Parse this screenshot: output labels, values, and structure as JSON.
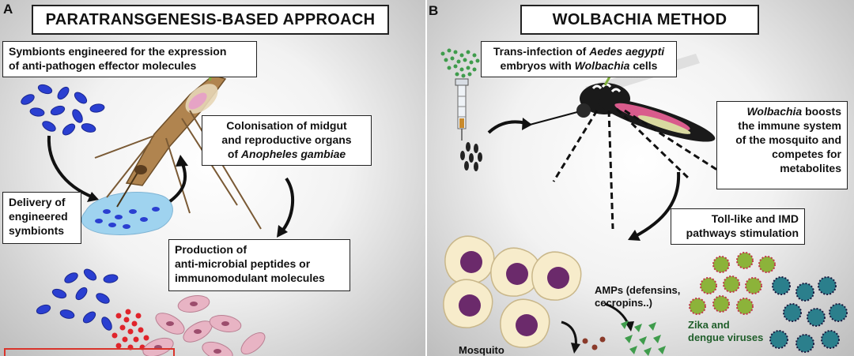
{
  "panel_a": {
    "letter": "A",
    "title": "PARATRANSGENESIS-BASED APPROACH",
    "symbionts_box": {
      "line1": "Symbionts engineered for the expression",
      "line2": "of anti-pathogen effector molecules"
    },
    "colonisation_box": {
      "line1": "Colonisation of midgut",
      "line2": "and reproductive organs",
      "line3_prefix": "of ",
      "line3_italic": "Anopheles gambiae"
    },
    "delivery_box": {
      "line1": "Delivery of",
      "line2": "engineered",
      "line3": "symbionts"
    },
    "production_box": {
      "line1": "Production of",
      "line2": "anti-microbial peptides or",
      "line3": "immunomodulant molecules"
    }
  },
  "panel_b": {
    "letter": "B",
    "title": "WOLBACHIA METHOD",
    "transinfection_box": {
      "l1_a": "Trans-infection of ",
      "l1_b": "Aedes aegypti",
      "l2_a": "embryos with ",
      "l2_b": "Wolbachia",
      "l2_c": " cells"
    },
    "boost_box": {
      "l1_italic": "Wolbachia",
      "l1_rest": " boosts",
      "line2": "the immune system",
      "line3": "of the mosquito and",
      "line4": "competes for",
      "line5": "metabolites"
    },
    "toll_box": {
      "line1": "Toll-like and IMD",
      "line2": "pathways stimulation"
    },
    "amps_label": {
      "line1": "AMPs (defensins,",
      "line2": "cecropins..)"
    },
    "viruses_label": {
      "line1": "Zika and",
      "line2": "dengue viruses"
    },
    "mosquito_label": "Mosquito"
  },
  "colors": {
    "symbiont_blue": "#2a3fd1",
    "effector_red": "#e0242b",
    "cell_pink": "#e8b4c4",
    "hemocyte_yellow": "#f7eccb",
    "hemocyte_nucleus": "#6b2a6b",
    "amp_green": "#3f9c4c",
    "virus_green": "#8cb33a",
    "virus_teal": "#2b7f8c"
  }
}
